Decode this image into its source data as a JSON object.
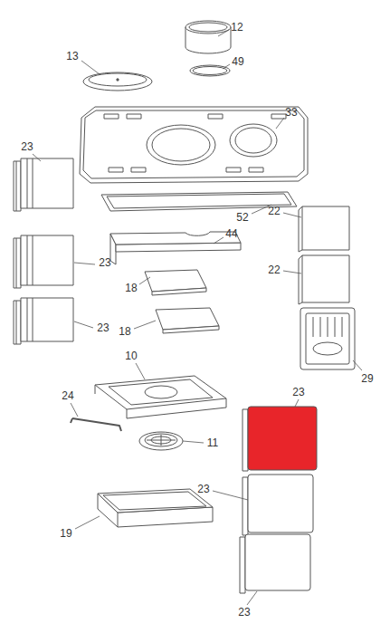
{
  "diagram": {
    "labels": [
      "12",
      "13",
      "49",
      "33",
      "23",
      "22",
      "52",
      "44",
      "23",
      "22",
      "18",
      "23",
      "18",
      "10",
      "29",
      "23",
      "24",
      "11",
      "23",
      "19",
      "23"
    ]
  }
}
